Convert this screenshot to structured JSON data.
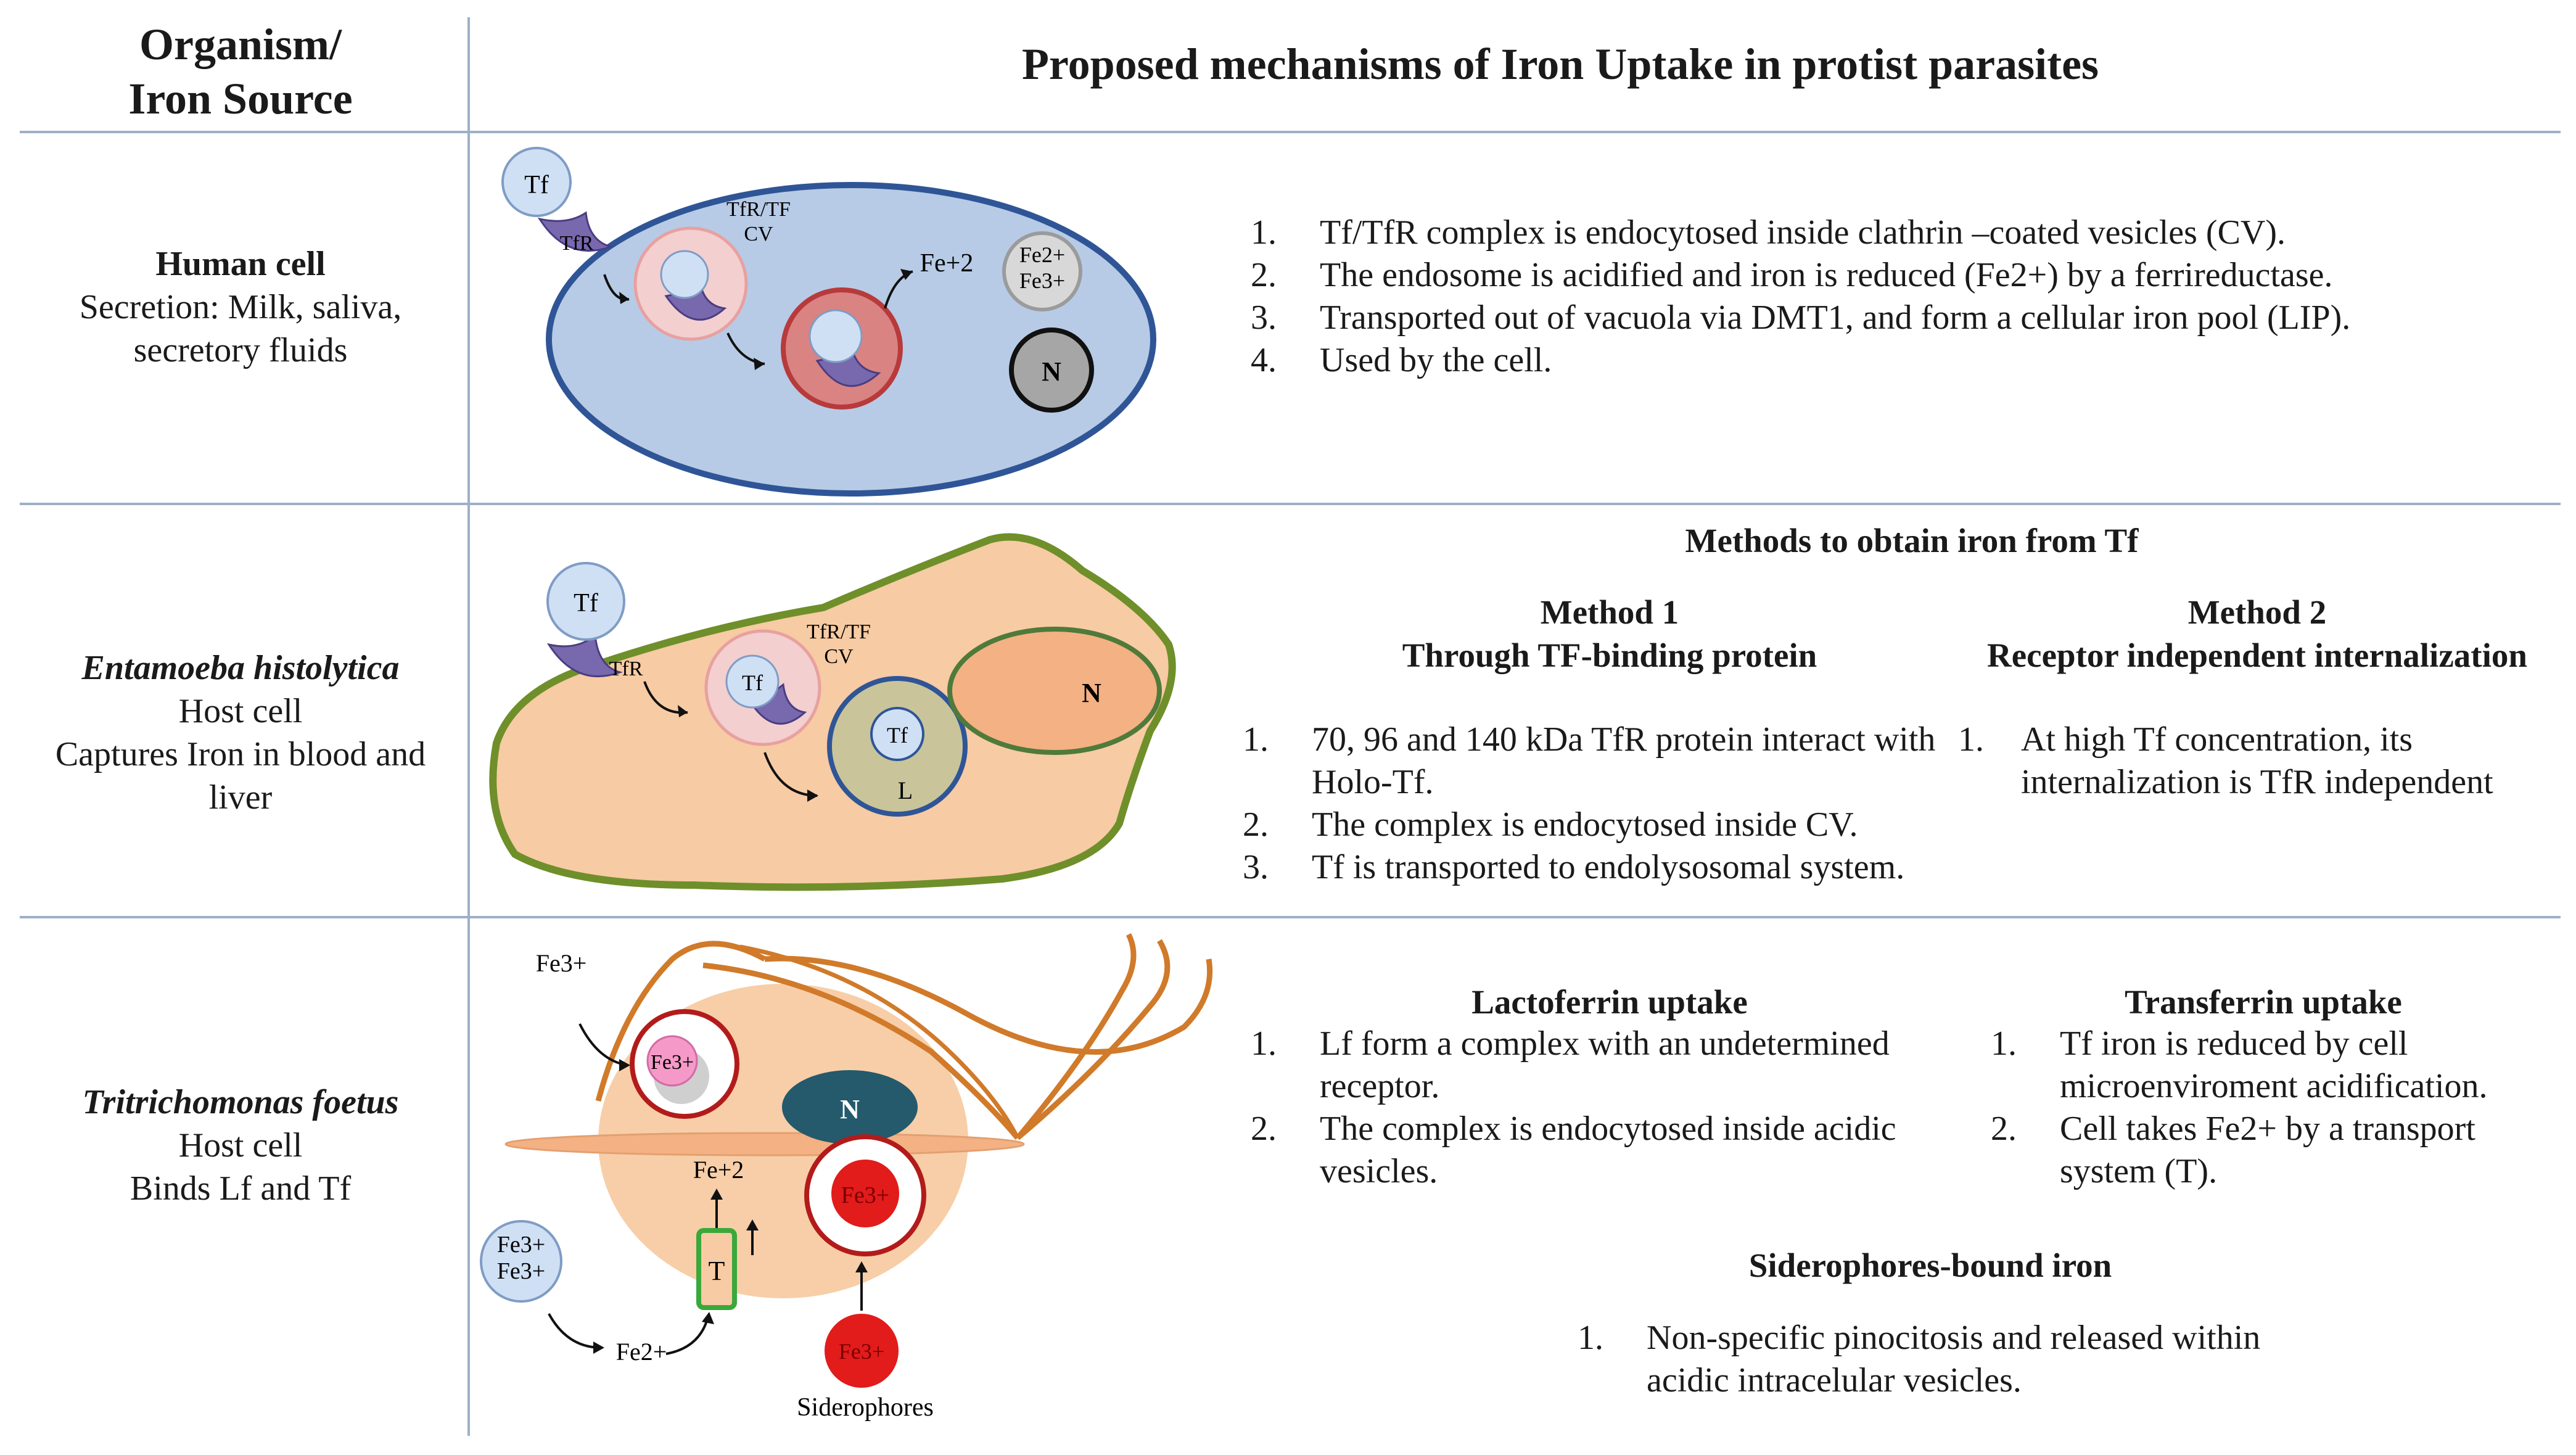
{
  "header": {
    "organism_line1": "Organism/",
    "organism_line2": "Iron Source",
    "mechanisms": "Proposed mechanisms of Iron Uptake in protist parasites"
  },
  "rows": {
    "human": {
      "name": "Human cell",
      "line1": "Secretion: Milk, saliva,",
      "line2": "secretory fluids",
      "diagram": {
        "tf": "Tf",
        "tfr": "TfR",
        "tfr_tf": "TfR/TF",
        "cv": "CV",
        "fe_plus2": "Fe+2",
        "fe2": "Fe2+",
        "fe3": "Fe3+",
        "nucleus": "N"
      },
      "steps": [
        {
          "num": "1.",
          "text": "Tf/TfR complex is endocytosed inside clathrin –coated vesicles (CV)."
        },
        {
          "num": "2.",
          "text": "The endosome is acidified and iron is reduced (Fe2+) by a ferrireductase."
        },
        {
          "num": "3.",
          "text": "Transported out of vacuola via DMT1, and form a cellular iron pool (LIP)."
        },
        {
          "num": "4.",
          "text": "Used by the cell."
        }
      ]
    },
    "entamoeba": {
      "name": "Entamoeba histolytica",
      "line1": "Host cell",
      "line2": "Captures Iron in blood and",
      "line3": "liver",
      "diagram": {
        "tf": "Tf",
        "tfr": "TfR",
        "tfr_tf": "TfR/TF",
        "cv": "CV",
        "tf_inner": "Tf",
        "tf_lyso": "Tf",
        "lyso": "L",
        "nucleus": "N"
      },
      "methods_title": "Methods to obtain iron from Tf",
      "method1_title": "Method 1",
      "method1_sub": "Through TF-binding protein",
      "method2_title": "Method 2",
      "method2_sub": "Receptor independent internalization",
      "method1_steps": [
        {
          "num": "1.",
          "text": "70, 96 and 140 kDa TfR protein interact with Holo-Tf."
        },
        {
          "num": "2.",
          "text": "The complex is endocytosed inside CV."
        },
        {
          "num": "3.",
          "text": "Tf is transported to endolysosomal system."
        }
      ],
      "method2_steps": [
        {
          "num": "1.",
          "text": "At high Tf concentration, its internalization is TfR independent"
        }
      ]
    },
    "tritrichomonas": {
      "name": "Tritrichomonas foetus",
      "line1": "Host cell",
      "line2": "Binds Lf and Tf",
      "diagram": {
        "fe3_top": "Fe3+",
        "fe3_vesicle": "Fe3+",
        "nucleus": "N",
        "fe_plus2": "Fe+2",
        "fe3_red": "Fe3+",
        "fe3_a": "Fe3+",
        "fe3_b": "Fe3+",
        "transporter": "T",
        "fe2_bottom": "Fe2+",
        "fe3_sid": "Fe3+",
        "siderophores": "Siderophores"
      },
      "lf_title": "Lactoferrin uptake",
      "lf_steps": [
        {
          "num": "1.",
          "text": "Lf form a complex with an undetermined receptor."
        },
        {
          "num": "2.",
          "text": "The complex is endocytosed inside acidic vesicles."
        }
      ],
      "tf_title": "Transferrin uptake",
      "tf_steps": [
        {
          "num": "1.",
          "text": "Tf iron is reduced by cell microenviroment acidification."
        },
        {
          "num": "2.",
          "text": "Cell takes Fe2+ by a transport system (T)."
        }
      ],
      "sid_title": "Siderophores-bound iron",
      "sid_steps": [
        {
          "num": "1.",
          "text": "Non-specific pinocitosis and released within acidic intracelular vesicles."
        }
      ]
    }
  },
  "colors": {
    "grid_line": "#9db0c8",
    "human_cell_fill": "#b7cbe6",
    "amoeba_fill": "#f7cba3",
    "amoeba_border": "#6f8f2a",
    "iron_red": "#e21b1b",
    "flagella": "#d07a2a",
    "nucleus_teal": "#245a6c"
  }
}
